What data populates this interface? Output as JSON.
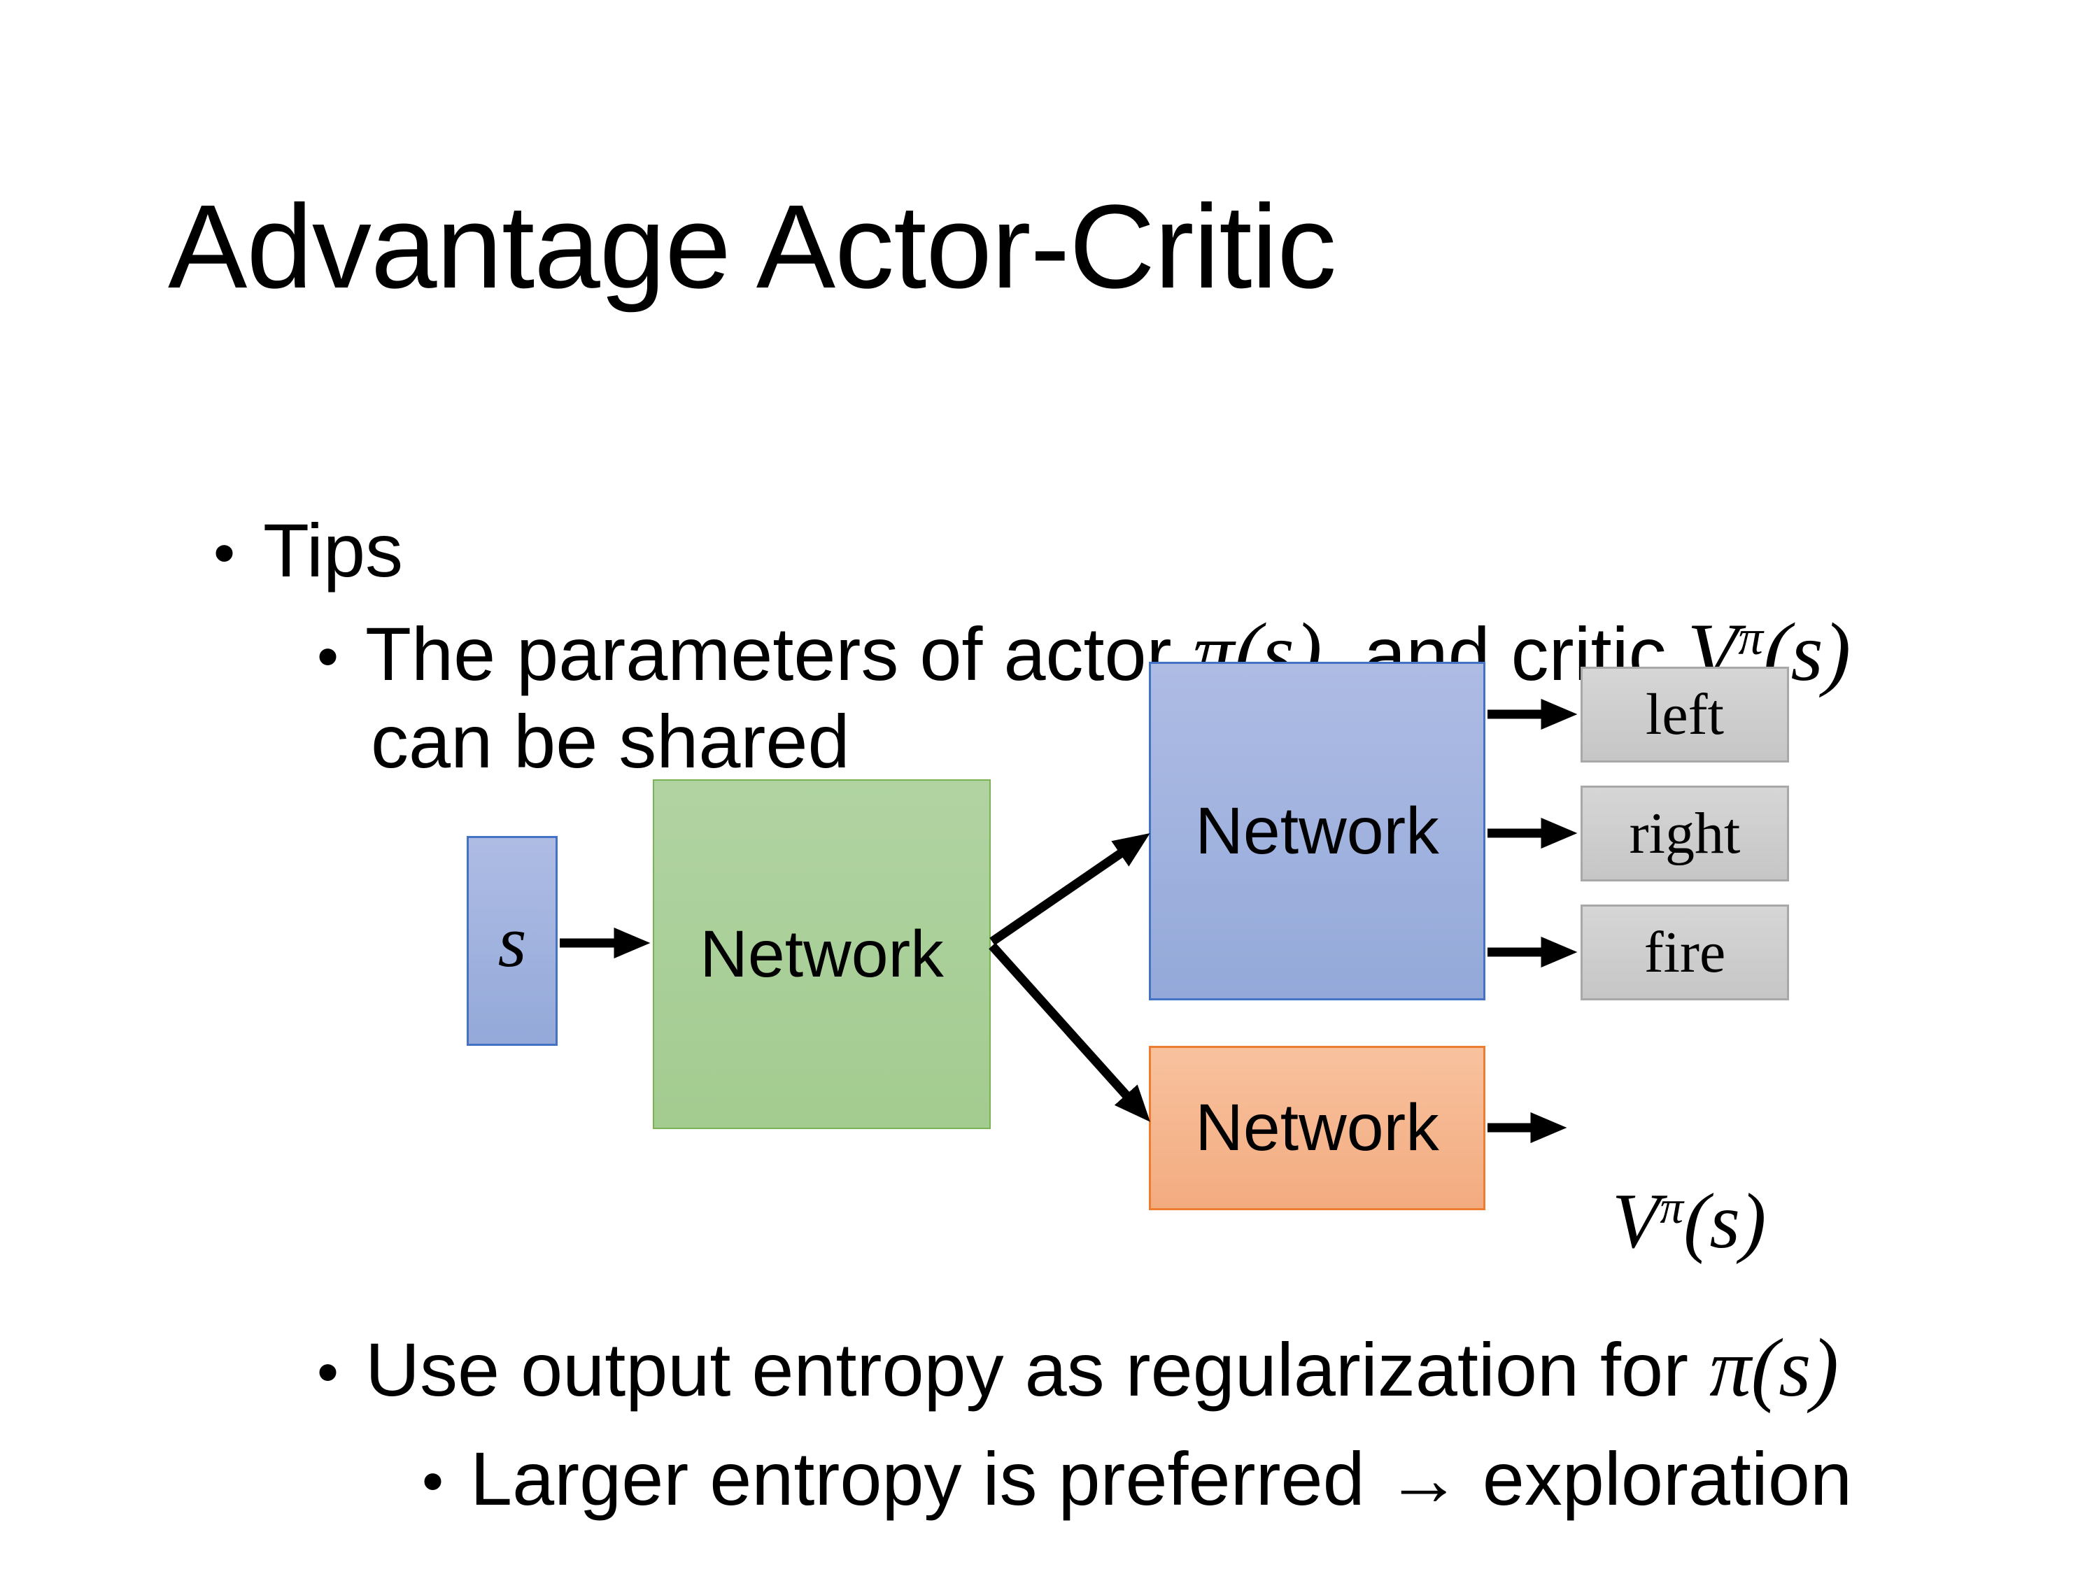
{
  "title": "Advantage Actor-Critic",
  "bullet": "•",
  "bullets": {
    "tips": "Tips",
    "param_pre": "The parameters of actor ",
    "param_mid": "  and critic ",
    "param_line2": "can be shared",
    "use_pre": "Use output entropy as regularization for ",
    "larger": "Larger entropy is preferred → exploration"
  },
  "math": {
    "pi_s": "π(s)",
    "v_base": "V",
    "v_sup": "π",
    "v_args": "(s)"
  },
  "diagram": {
    "state_label": "s",
    "shared_network_label": "Network",
    "actor_network_label": "Network",
    "critic_network_label": "Network",
    "actions": [
      "left",
      "right",
      "fire"
    ]
  },
  "colors": {
    "blue-fill-top": "#aebce4",
    "blue-fill-bottom": "#94a9d9",
    "blue-border": "#4472c4",
    "green-fill-top": "#b1d3a2",
    "green-fill-bottom": "#a3cc90",
    "green-border": "#7ab356",
    "orange-fill-top": "#f8c29e",
    "orange-fill-bottom": "#f3ab80",
    "orange-border": "#ed7d31",
    "gray-fill-top": "#d6d6d6",
    "gray-fill-bottom": "#c6c6c6",
    "gray-border": "#a8a8a8",
    "arrow": "#000000",
    "text": "#000000"
  }
}
